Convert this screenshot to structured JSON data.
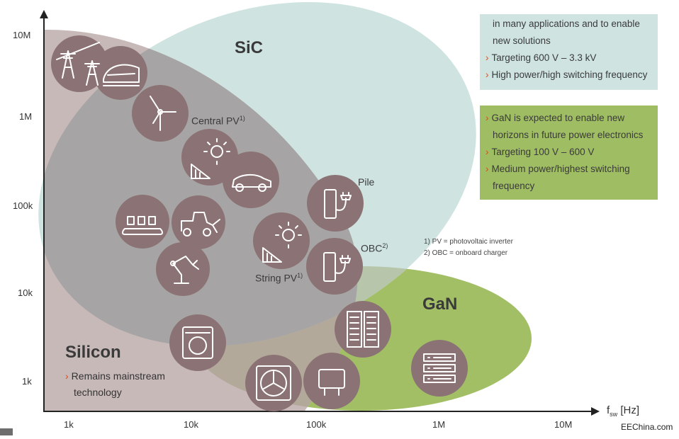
{
  "axes": {
    "y_ticks": [
      "10M",
      "1M",
      "100k",
      "10k",
      "1k"
    ],
    "x_ticks": [
      "1k",
      "10k",
      "100k",
      "1M",
      "10M"
    ],
    "x_label_main": "f",
    "x_label_sub": "sw",
    "x_label_unit": "[Hz]"
  },
  "regions": {
    "sic": "SiC",
    "gan": "GaN",
    "silicon": "Silicon",
    "silicon_desc_line1": "Remains mainstream",
    "silicon_desc_line2": "technology"
  },
  "sic_box": {
    "line1": "in many applications and to enable",
    "line2": "new solutions",
    "line3": "Targeting 600 V – 3.3 kV",
    "line4": "High power/high switching frequency"
  },
  "gan_box": {
    "line1": "GaN is expected to enable new",
    "line2": "horizons in future power electronics",
    "line3": "Targeting 100 V – 600 V",
    "line4": "Medium power/highest switching",
    "line5": "frequency"
  },
  "apps": {
    "central_pv": "Central PV",
    "central_pv_sup": "1)",
    "pile": "Pile",
    "obc": "OBC",
    "obc_sup": "2)",
    "string_pv": "String PV",
    "string_pv_sup": "1)"
  },
  "notes": {
    "note1": "1) PV = photovoltaic inverter",
    "note2": "2) OBC = onboard charger"
  },
  "bullet_symbol": "›",
  "watermark": "EEChina.com",
  "colors": {
    "silicon": "#c8b9b9",
    "sic": "#cfe4e1",
    "gan": "#a2bf66",
    "overlap": "#a6a4a4",
    "icon_circle": "#8b7274"
  }
}
